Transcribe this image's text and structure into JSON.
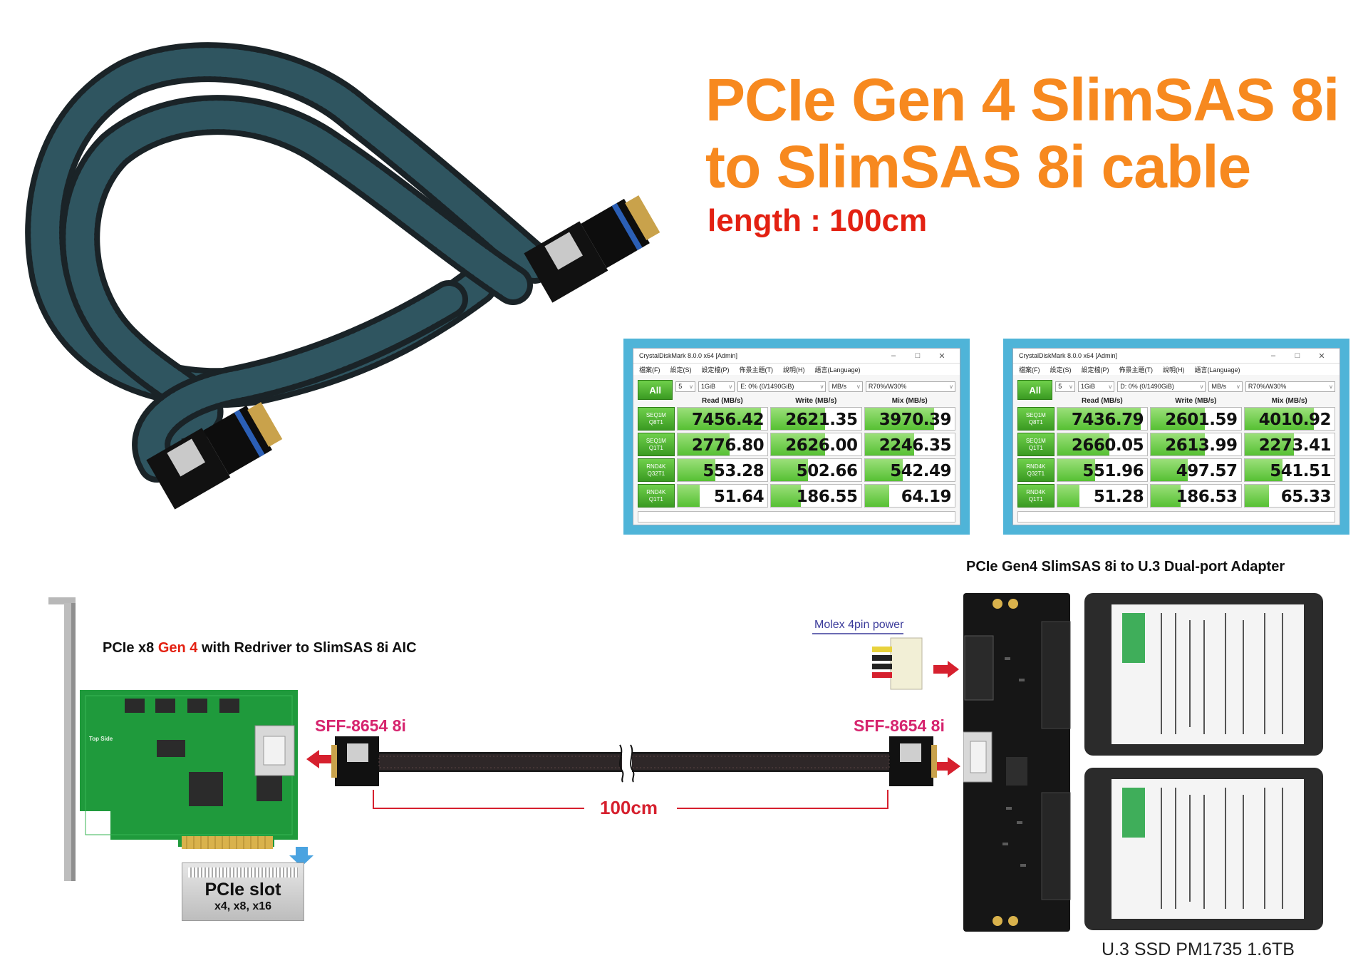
{
  "title": {
    "line1": "PCIe Gen 4 SlimSAS 8i",
    "line2": "to SlimSAS 8i cable",
    "length": "length : 100cm"
  },
  "benchmarks": [
    {
      "window_title": "CrystalDiskMark 8.0.0 x64 [Admin]",
      "menu": [
        "檔案(F)",
        "設定(S)",
        "設定檔(P)",
        "佈景主題(T)",
        "說明(H)",
        "語言(Language)"
      ],
      "all_label": "All",
      "count": "5",
      "size": "1GiB",
      "drive": "E: 0% (0/1490GiB)",
      "unit": "MB/s",
      "mix": "R70%/W30%",
      "col_read": "Read (MB/s)",
      "col_write": "Write (MB/s)",
      "col_mix": "Mix (MB/s)",
      "rows": [
        {
          "l1": "SEQ1M",
          "l2": "Q8T1",
          "read": "7456.42",
          "write": "2621.35",
          "mix": "3970.39",
          "read_pct": 0.93,
          "write_pct": 0.6,
          "mix_pct": 0.77
        },
        {
          "l1": "SEQ1M",
          "l2": "Q1T1",
          "read": "2776.80",
          "write": "2626.00",
          "mix": "2246.35",
          "read_pct": 0.58,
          "write_pct": 0.6,
          "mix_pct": 0.55
        },
        {
          "l1": "RND4K",
          "l2": "Q32T1",
          "read": "553.28",
          "write": "502.66",
          "mix": "542.49",
          "read_pct": 0.42,
          "write_pct": 0.41,
          "mix_pct": 0.42
        },
        {
          "l1": "RND4K",
          "l2": "Q1T1",
          "read": "51.64",
          "write": "186.55",
          "mix": "64.19",
          "read_pct": 0.25,
          "write_pct": 0.33,
          "mix_pct": 0.27
        }
      ]
    },
    {
      "window_title": "CrystalDiskMark 8.0.0 x64 [Admin]",
      "menu": [
        "檔案(F)",
        "設定(S)",
        "設定檔(P)",
        "佈景主題(T)",
        "說明(H)",
        "語言(Language)"
      ],
      "all_label": "All",
      "count": "5",
      "size": "1GiB",
      "drive": "D: 0% (0/1490GiB)",
      "unit": "MB/s",
      "mix": "R70%/W30%",
      "col_read": "Read (MB/s)",
      "col_write": "Write (MB/s)",
      "col_mix": "Mix (MB/s)",
      "rows": [
        {
          "l1": "SEQ1M",
          "l2": "Q8T1",
          "read": "7436.79",
          "write": "2601.59",
          "mix": "4010.92",
          "read_pct": 0.93,
          "write_pct": 0.6,
          "mix_pct": 0.77
        },
        {
          "l1": "SEQ1M",
          "l2": "Q1T1",
          "read": "2660.05",
          "write": "2613.99",
          "mix": "2273.41",
          "read_pct": 0.58,
          "write_pct": 0.6,
          "mix_pct": 0.55
        },
        {
          "l1": "RND4K",
          "l2": "Q32T1",
          "read": "551.96",
          "write": "497.57",
          "mix": "541.51",
          "read_pct": 0.42,
          "write_pct": 0.41,
          "mix_pct": 0.42
        },
        {
          "l1": "RND4K",
          "l2": "Q1T1",
          "read": "51.28",
          "write": "186.53",
          "mix": "65.33",
          "read_pct": 0.25,
          "write_pct": 0.33,
          "mix_pct": 0.27
        }
      ]
    }
  ],
  "diagram": {
    "aic_caption_a": "PCIe x8 ",
    "aic_caption_gen": "Gen 4",
    "aic_caption_b": " with Redriver to SlimSAS 8i AIC",
    "card_silk": "Top Side",
    "port_left": "SFF-8654 8i",
    "port_right": "SFF-8654 8i",
    "cable_length": "100cm",
    "pcie_slot": "PCIe slot",
    "pcie_slot_sub": "x4, x8, x16",
    "adapter_caption": "PCIe Gen4 SlimSAS 8i to U.3 Dual-port Adapter",
    "molex": "Molex 4pin power",
    "ssd_caption": "U.3 SSD PM1735 1.6TB"
  }
}
